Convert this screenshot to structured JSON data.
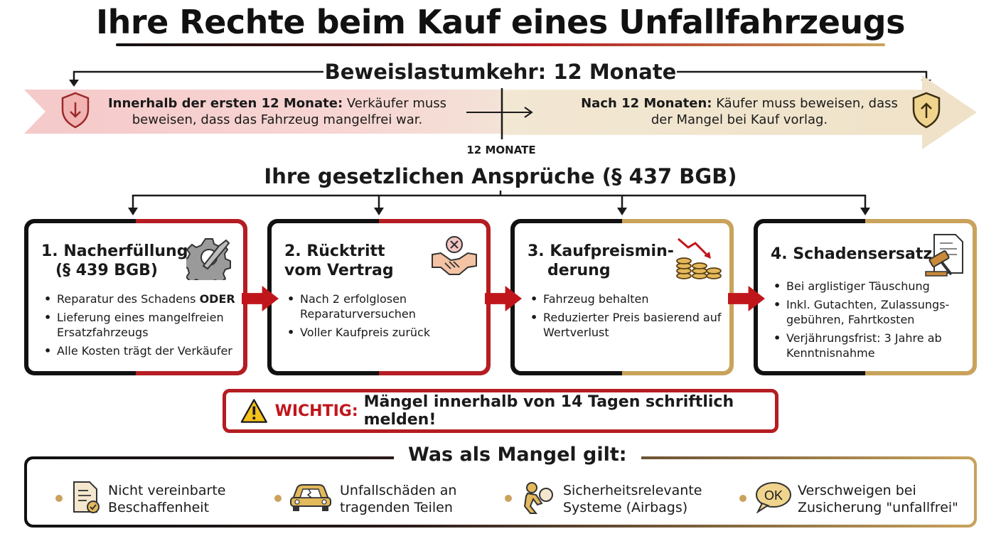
{
  "title": "Ihre Rechte beim Kauf eines Unfallfahrzeugs",
  "proof_burden": {
    "title": "Beweislastumkehr: 12 Monate",
    "left_bold": "Innerhalb der ersten 12 Monate:",
    "left_text": "Verkäufer muss beweisen, dass das Fahrzeug mangelfrei war.",
    "right_bold": "Nach 12 Monaten:",
    "right_text": "Käufer muss beweisen, dass der Mangel bei Kauf vorlag.",
    "marker_label": "12 MONATE",
    "left_icon": "shield-down-arrow-icon",
    "right_icon": "shield-up-arrow-icon"
  },
  "claims": {
    "title": "Ihre gesetzlichen Ansprüche (§ 437 BGB)",
    "cards": [
      {
        "title_line1": "1. Nacherfüllung",
        "title_line2": "(§ 439 BGB)",
        "icon": "gear-wrench-icon",
        "items": [
          "Reparatur des Schadens",
          "Lieferung eines mangelfreien Ersatzfahrzeugs",
          "Alle Kosten trägt der Verkäufer"
        ],
        "item0_bold": "ODER"
      },
      {
        "title_line1": "2. Rücktritt",
        "title_line2": "vom Vertrag",
        "icon": "handshake-cancel-icon",
        "items": [
          "Nach 2 erfolglosen Reparaturversuchen",
          "Voller Kaufpreis zurück"
        ]
      },
      {
        "title_line1": "3. Kaufpreismin-",
        "title_line2": "derung",
        "icon": "coins-decline-icon",
        "items": [
          "Fahrzeug behalten",
          "Reduzierter Preis basierend auf Wertverlust"
        ]
      },
      {
        "title_line1": "4. Schadensersatz",
        "title_line2": "",
        "icon": "gavel-document-icon",
        "items": [
          "Bei arglistiger Täuschung",
          "Inkl. Gutachten, Zulassungs-gebühren, Fahrtkosten",
          "Verjährungsfrist: 3 Jahre ab Kenntnisnahme"
        ]
      }
    ]
  },
  "warning": {
    "icon": "warning-triangle-icon",
    "label": "WICHTIG:",
    "text": "Mängel innerhalb von 14 Tagen schriftlich melden!"
  },
  "defects": {
    "title": "Was als Mangel gilt:",
    "items": [
      {
        "line1": "Nicht vereinbarte",
        "line2": "Beschaffenheit",
        "icon": "document-check-icon"
      },
      {
        "line1": "Unfallschäden an",
        "line2": "tragenden Teilen",
        "icon": "damaged-car-icon"
      },
      {
        "line1": "Sicherheitsrelevante",
        "line2": "Systeme (Airbags)",
        "icon": "airbag-person-icon"
      },
      {
        "line1": "Verschweigen bei",
        "line2": "Zusicherung \"unfallfrei\"",
        "icon": "ok-speech-bubble-icon"
      }
    ]
  },
  "colors": {
    "red": "#b41d22",
    "black": "#111111",
    "gold": "#c9a35c",
    "pink": "#f5c9c9",
    "beige": "#f2e7d3"
  }
}
